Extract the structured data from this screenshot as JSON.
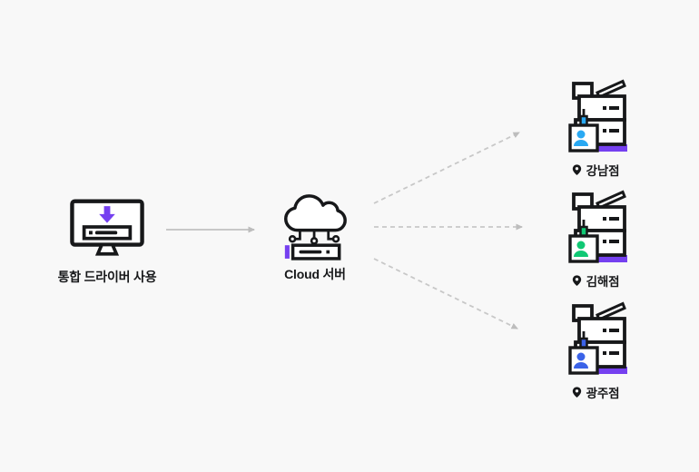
{
  "canvas": {
    "background": "#f8f8f8"
  },
  "colors": {
    "outline": "#17181a",
    "accent_purple": "#7540f0",
    "arrow_gray": "#c8c8c8",
    "arrowhead_gray": "#bdbdbd"
  },
  "client": {
    "label": "통합 드라이버 사용"
  },
  "server": {
    "label": "Cloud 서버"
  },
  "branches": [
    {
      "label": "강남점",
      "person_color": "#29a9f3"
    },
    {
      "label": "김해점",
      "person_color": "#10c874"
    },
    {
      "label": "광주점",
      "person_color": "#3b63e8"
    }
  ]
}
